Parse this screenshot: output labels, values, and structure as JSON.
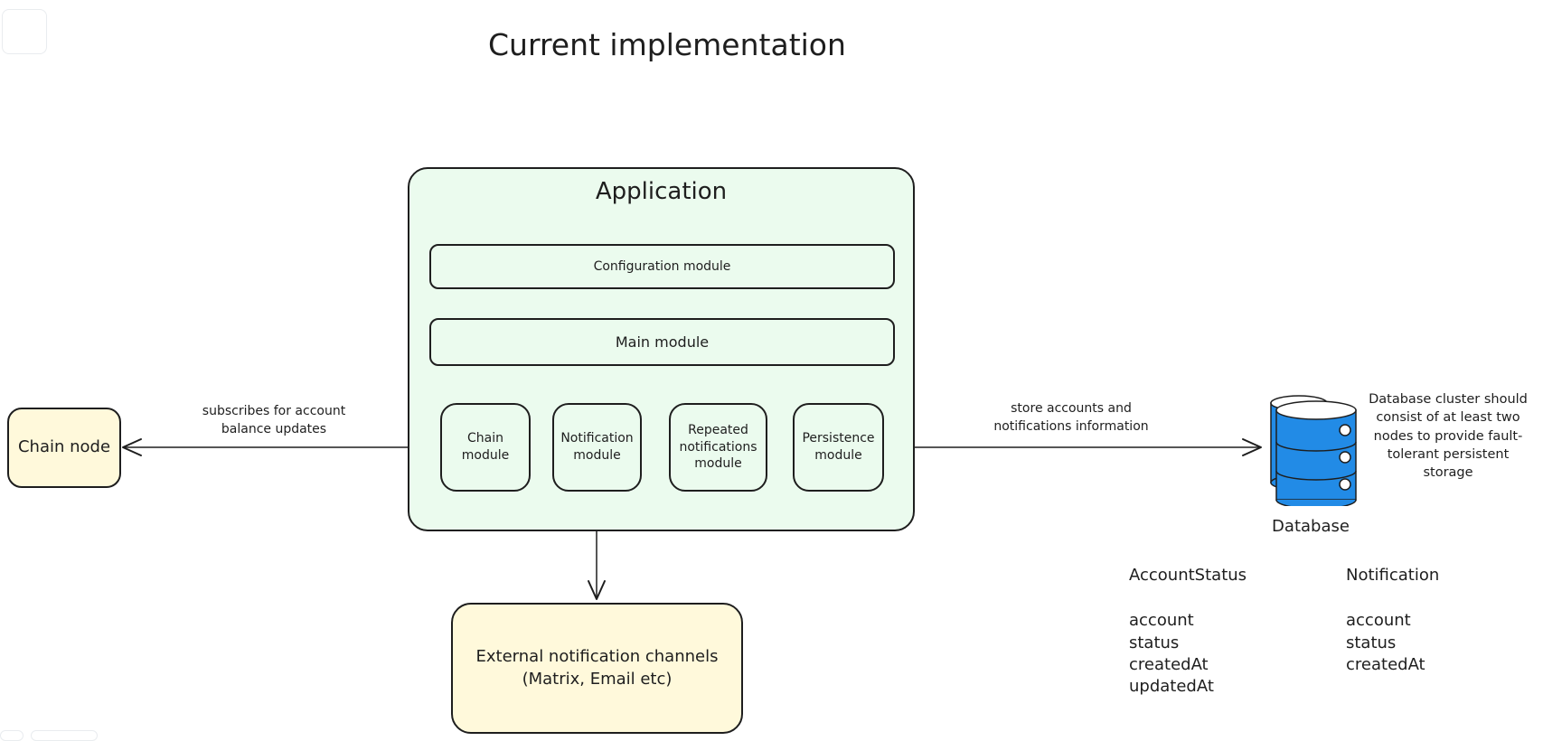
{
  "title": "Current implementation",
  "application": {
    "title": "Application",
    "configuration_module": "Configuration module",
    "main_module": "Main module",
    "chain_module": "Chain module",
    "notification_module": "Notification module",
    "repeated_module": "Repeated notifications module",
    "persistence_module": "Persistence module"
  },
  "chain_node": "Chain node",
  "external_channels": {
    "line1": "External notification channels",
    "line2": "(Matrix, Email etc)"
  },
  "edges": {
    "subscribe_label": "subscribes for account balance updates",
    "store_label": "store accounts and notifications information"
  },
  "database": {
    "label": "Database",
    "note": "Database cluster should consist of at least two nodes to provide fault-tolerant persistent storage",
    "icon": "database-icon",
    "color": "#228be6"
  },
  "entities": [
    {
      "name": "AccountStatus",
      "fields": [
        "account",
        "status",
        "createdAt",
        "updatedAt"
      ]
    },
    {
      "name": "Notification",
      "fields": [
        "account",
        "status",
        "createdAt"
      ]
    }
  ],
  "colors": {
    "application_fill": "#ebfbee",
    "external_fill": "#fff9db",
    "stroke": "#1e1e1e"
  }
}
